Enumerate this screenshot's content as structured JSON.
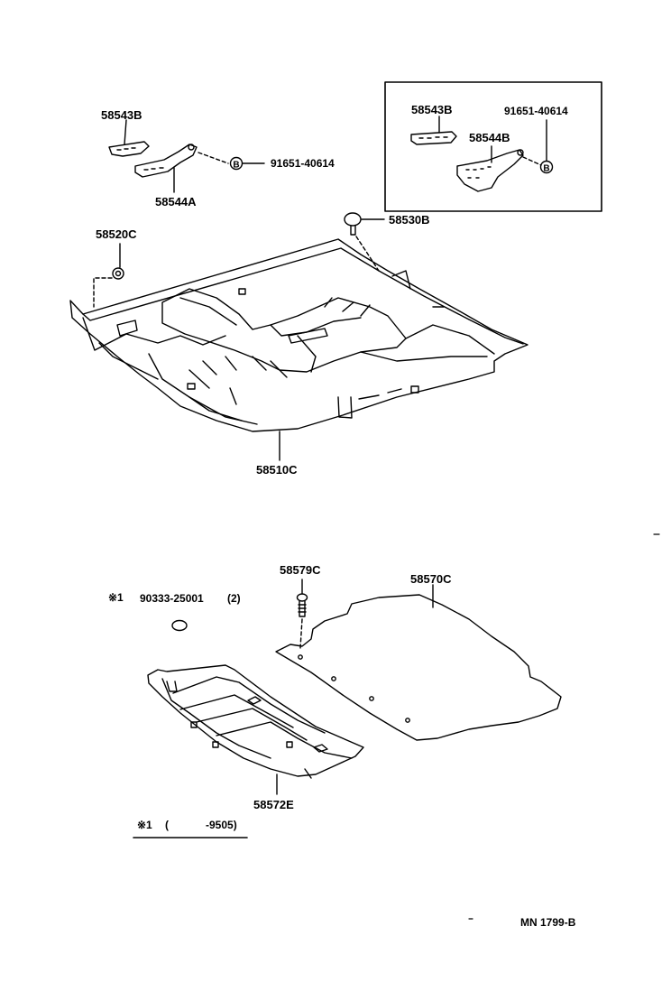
{
  "parts": {
    "p58543b_main": "58543B",
    "p58544a": "58544A",
    "p91651_main": "91651-40614",
    "p58520c": "58520C",
    "p58530b": "58530B",
    "p58510c": "58510C",
    "p58543b_inset": "58543B",
    "p91651_inset": "91651-40614",
    "p58544b": "58544B",
    "p58579c": "58579C",
    "p58570c": "58570C",
    "p90333": "90333-25001",
    "p90333_qty": "(2)",
    "p58572e": "58572E"
  },
  "notes": {
    "marker": "※1",
    "footnote_open": "(",
    "footnote_range": "-9505)"
  },
  "footer": {
    "diagram_code": "MN   1799-B"
  },
  "icons": {
    "bolt_marker": "B"
  }
}
